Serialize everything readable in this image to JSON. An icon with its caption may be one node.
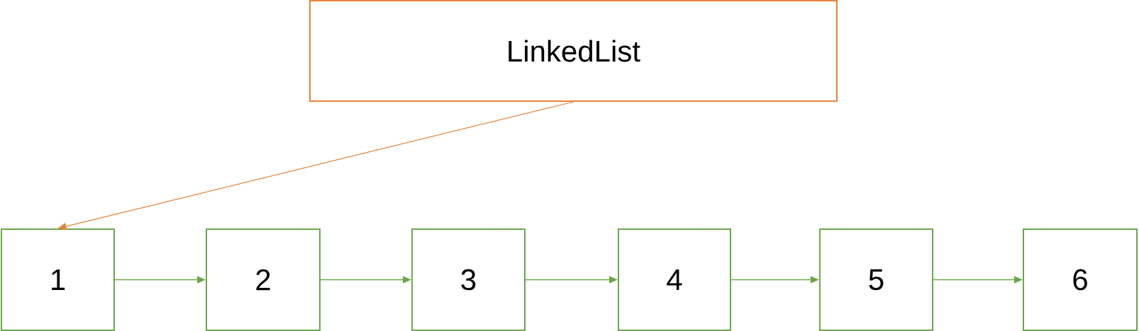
{
  "diagram": {
    "nodes": [
      {
        "text": [
          "LinkedList"
        ]
      },
      {
        "text": [
          "1"
        ]
      },
      {
        "text": [
          "2"
        ]
      },
      {
        "text": [
          "3"
        ]
      },
      {
        "text": [
          "4"
        ]
      },
      {
        "text": [
          "5"
        ]
      },
      {
        "text": [
          "6"
        ]
      }
    ],
    "edges": [
      {
        "from": 0,
        "to": 1,
        "arrow": "to",
        "color": "#e6823a"
      },
      {
        "from": 1,
        "to": 2,
        "arrow": "to"
      },
      {
        "from": 2,
        "to": 3,
        "arrow": "to"
      },
      {
        "from": 3,
        "to": 4,
        "arrow": "to"
      },
      {
        "from": 4,
        "to": 5,
        "arrow": "to"
      },
      {
        "from": 5,
        "to": 6,
        "arrow": "to"
      }
    ]
  }
}
